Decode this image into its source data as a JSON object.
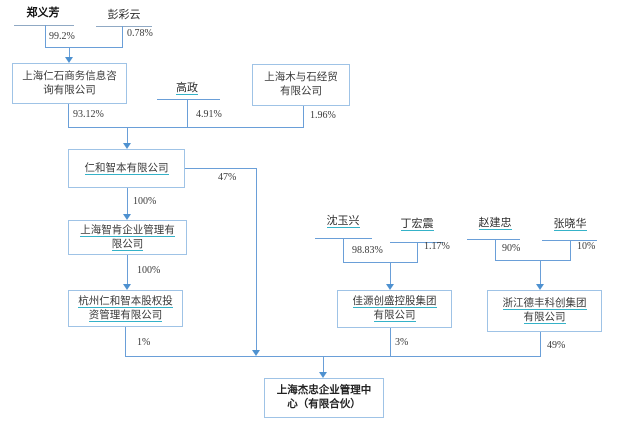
{
  "colors": {
    "connector_line": "#6a9fd8",
    "arrowhead": "#4e91d0",
    "box_border": "#9fc3e6",
    "accent_underline": "#35b2c8",
    "text": "#3a3a3a"
  },
  "persons": {
    "zheng": {
      "name": "郑义芳"
    },
    "peng": {
      "name": "彭彩云"
    },
    "gao": {
      "name": "高政"
    },
    "shen": {
      "name": "沈玉兴"
    },
    "ding": {
      "name": "丁宏震"
    },
    "zhao": {
      "name": "赵建忠"
    },
    "zhang": {
      "name": "张晓华"
    }
  },
  "companies": {
    "renshi": {
      "lines": [
        "上海仁石商务信息咨",
        "询有限公司"
      ]
    },
    "muyushi": {
      "lines": [
        "上海木与石经贸",
        "有限公司"
      ]
    },
    "renhe": {
      "lines": [
        "仁和智本有限公司"
      ]
    },
    "zhiken": {
      "lines": [
        "上海智肯企业管理有",
        "限公司"
      ]
    },
    "hangzhou": {
      "lines": [
        "杭州仁和智本股权投",
        "资管理有限公司"
      ]
    },
    "jiayuan": {
      "lines": [
        "佳源创盛控股集团",
        "有限公司"
      ]
    },
    "defeng": {
      "lines": [
        "浙江德丰科创集团",
        "有限公司"
      ]
    },
    "jiezhong": {
      "lines": [
        "上海杰忠企业管理中",
        "心（有限合伙）"
      ]
    }
  },
  "percentages": {
    "zheng_renshi": "99.2%",
    "peng_renshi": "0.78%",
    "renshi_renhe": "93.12%",
    "gao_renhe": "4.91%",
    "muyushi_renhe": "1.96%",
    "renhe_zhiken": "100%",
    "renhe_jiezhong": "47%",
    "zhiken_hangzhou": "100%",
    "hangzhou_jiezhong": "1%",
    "shen_jiayuan": "98.83%",
    "ding_jiayuan": "1.17%",
    "zhao_defeng": "90%",
    "zhang_defeng": "10%",
    "jiayuan_jiezhong": "3%",
    "defeng_jiezhong": "49%"
  }
}
